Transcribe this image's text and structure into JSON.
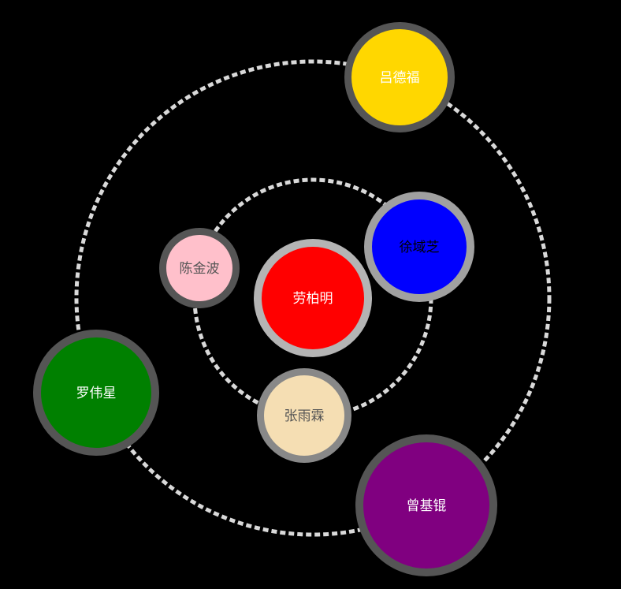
{
  "center": {
    "label": "劳柏明",
    "fill": "#ff0000",
    "ring": "#b4b4b4",
    "text_color": "#ffffff"
  },
  "inner_ring_color": "#d9d9d9",
  "outer_ring_color": "#d9d9d9",
  "inner_nodes": [
    {
      "id": "chen",
      "label": "陈金波",
      "fill": "#ffc0cb",
      "ring": "#555555",
      "text_color": "#555555"
    },
    {
      "id": "xu",
      "label": "徐域芝",
      "fill": "#0000ff",
      "ring": "#a0a0a0",
      "text_color": "#000000"
    },
    {
      "id": "zhang",
      "label": "张雨霖",
      "fill": "#f5deb3",
      "ring": "#888888",
      "text_color": "#555555"
    }
  ],
  "outer_nodes": [
    {
      "id": "lv",
      "label": "吕德福",
      "fill": "#ffd700",
      "ring": "#555555",
      "text_color": "#ffffff"
    },
    {
      "id": "luo",
      "label": "罗伟星",
      "fill": "#008000",
      "ring": "#555555",
      "text_color": "#ffffff"
    },
    {
      "id": "zeng",
      "label": "曾基锟",
      "fill": "#800080",
      "ring": "#555555",
      "text_color": "#ffffff"
    }
  ]
}
